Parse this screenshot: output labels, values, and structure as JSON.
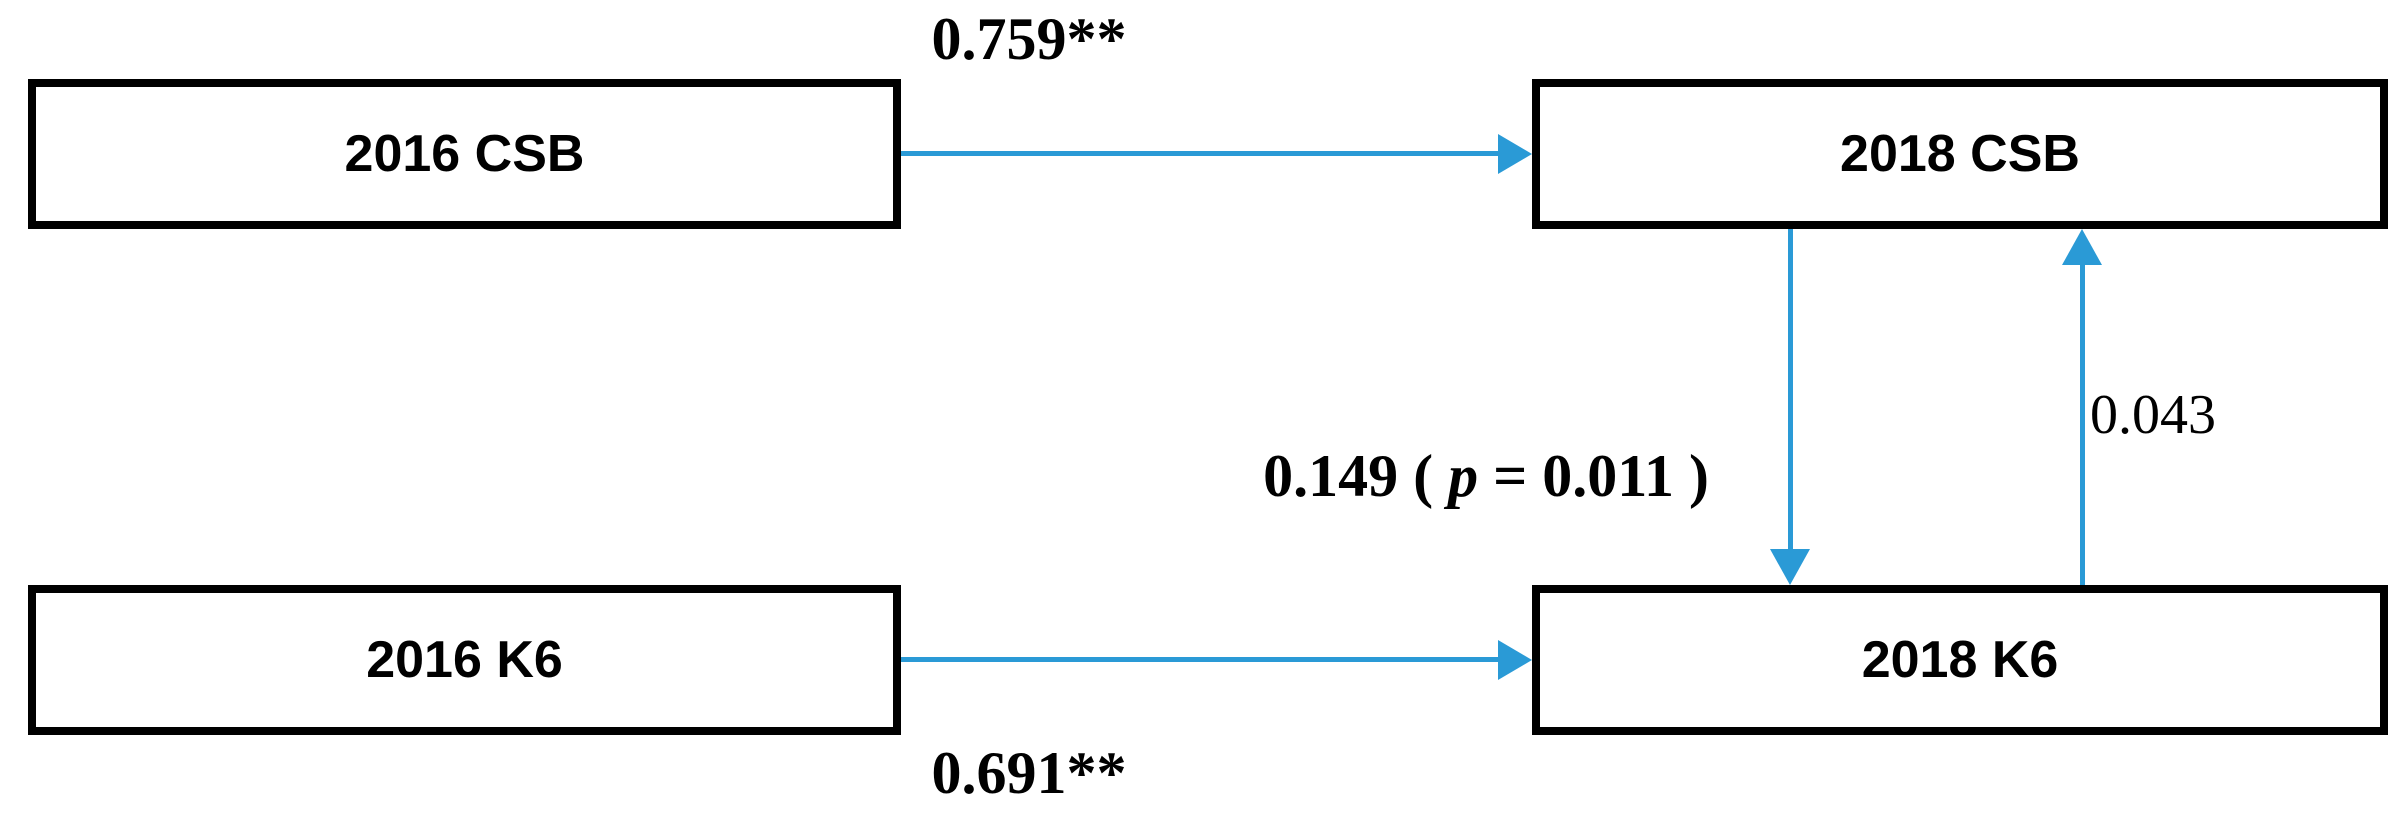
{
  "diagram": {
    "boxes": [
      {
        "id": "csb-2016",
        "label": "2016 CSB"
      },
      {
        "id": "csb-2018",
        "label": "2018 CSB"
      },
      {
        "id": "k6-2016",
        "label": "2016 K6"
      },
      {
        "id": "k6-2018",
        "label": "2018 K6"
      }
    ],
    "path_labels": {
      "csb_stability": "0.759**",
      "k6_stability": "0.691**",
      "csb_to_k6_prefix": "0.149 ( ",
      "csb_to_k6_p": "p",
      "csb_to_k6_suffix": " = 0.011 )",
      "k6_to_csb": "0.043"
    },
    "colors": {
      "arrow": "#2A9AD6",
      "box_border": "#000000",
      "text": "#000000",
      "background": "#FFFFFF"
    }
  }
}
